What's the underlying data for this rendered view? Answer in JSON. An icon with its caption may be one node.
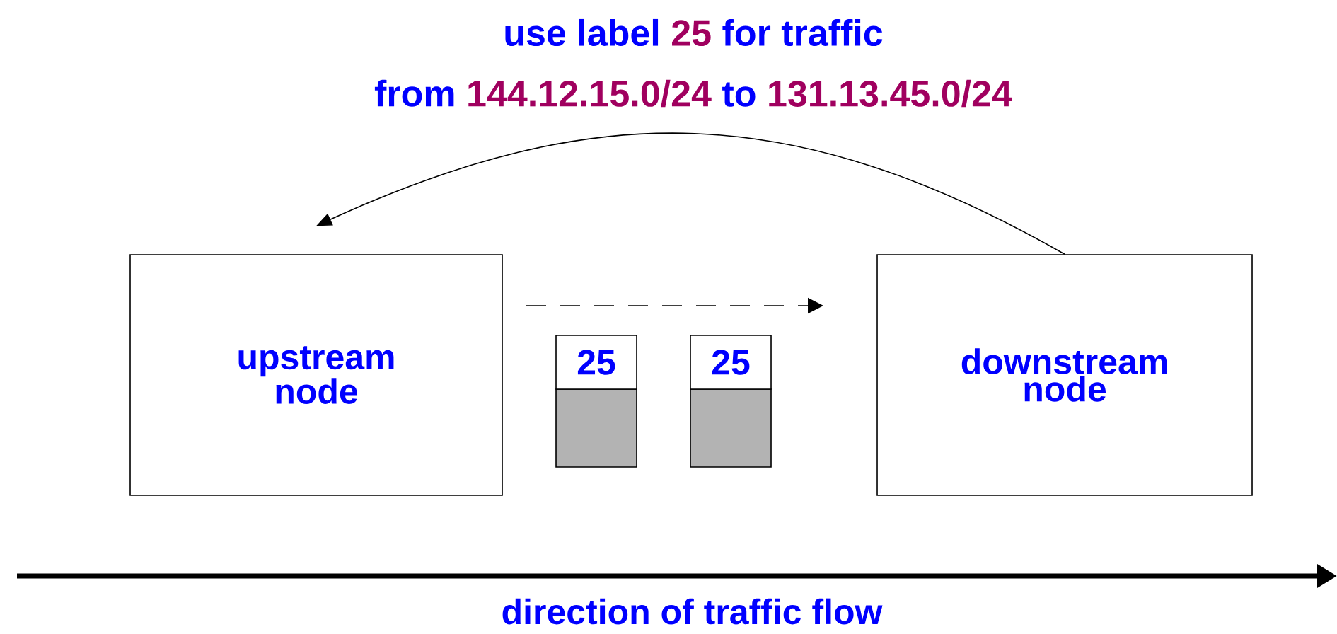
{
  "diagram": {
    "nodes": [
      {
        "text": [
          "upstream node"
        ]
      },
      {
        "text": [
          "downstream node"
        ]
      },
      {
        "text": [
          "25"
        ]
      },
      {
        "text": [
          "25"
        ]
      }
    ],
    "edges": [
      {
        "from": 1,
        "to": 0,
        "arrow": "to"
      }
    ],
    "labels": [
      "use label",
      "25",
      "for traffic",
      "from",
      "144.12.15.0/24",
      "to",
      "131.13.45.0/24",
      "direction of traffic flow"
    ]
  }
}
